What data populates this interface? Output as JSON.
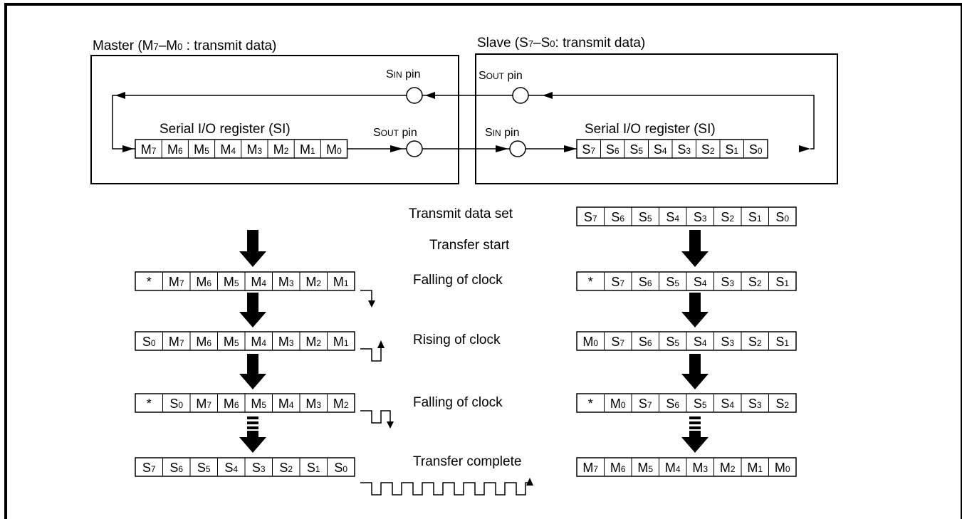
{
  "master_title": {
    "main": "Master  (M",
    "sub1": "7",
    "dash": "–M",
    "sub2": "0",
    "rest": " : transmit data)"
  },
  "slave_title": {
    "main": "Slave (S",
    "sub1": "7",
    "dash": "–S",
    "sub2": "0",
    "rest": ": transmit data)"
  },
  "pins": {
    "sin": {
      "big": "S",
      "small": "IN",
      "rest": " pin"
    },
    "sout": {
      "big": "S",
      "small": "OUT",
      "rest": " pin"
    }
  },
  "register_title": "Serial I/O register (SI)",
  "master_register": [
    [
      "M",
      "7"
    ],
    [
      "M",
      "6"
    ],
    [
      "M",
      "5"
    ],
    [
      "M",
      "4"
    ],
    [
      "M",
      "3"
    ],
    [
      "M",
      "2"
    ],
    [
      "M",
      "1"
    ],
    [
      "M",
      "0"
    ]
  ],
  "slave_register": [
    [
      "S",
      "7"
    ],
    [
      "S",
      "6"
    ],
    [
      "S",
      "5"
    ],
    [
      "S",
      "4"
    ],
    [
      "S",
      "3"
    ],
    [
      "S",
      "2"
    ],
    [
      "S",
      "1"
    ],
    [
      "S",
      "0"
    ]
  ],
  "steps": {
    "transmit_data_set": "Transmit data set",
    "transfer_start": "Transfer start",
    "falling_1": "Falling of clock",
    "rising": "Rising of clock",
    "falling_2": "Falling of clock",
    "transfer_complete": "Transfer complete"
  },
  "master_rows": [
    [
      [
        "*",
        ""
      ],
      [
        "M",
        "7"
      ],
      [
        "M",
        "6"
      ],
      [
        "M",
        "5"
      ],
      [
        "M",
        "4"
      ],
      [
        "M",
        "3"
      ],
      [
        "M",
        "2"
      ],
      [
        "M",
        "1"
      ]
    ],
    [
      [
        "S",
        "0"
      ],
      [
        "M",
        "7"
      ],
      [
        "M",
        "6"
      ],
      [
        "M",
        "5"
      ],
      [
        "M",
        "4"
      ],
      [
        "M",
        "3"
      ],
      [
        "M",
        "2"
      ],
      [
        "M",
        "1"
      ]
    ],
    [
      [
        "*",
        ""
      ],
      [
        "S",
        "0"
      ],
      [
        "M",
        "7"
      ],
      [
        "M",
        "6"
      ],
      [
        "M",
        "5"
      ],
      [
        "M",
        "4"
      ],
      [
        "M",
        "3"
      ],
      [
        "M",
        "2"
      ]
    ],
    [
      [
        "S",
        "7"
      ],
      [
        "S",
        "6"
      ],
      [
        "S",
        "5"
      ],
      [
        "S",
        "4"
      ],
      [
        "S",
        "3"
      ],
      [
        "S",
        "2"
      ],
      [
        "S",
        "1"
      ],
      [
        "S",
        "0"
      ]
    ]
  ],
  "slave_rows": [
    [
      [
        "S",
        "7"
      ],
      [
        "S",
        "6"
      ],
      [
        "S",
        "5"
      ],
      [
        "S",
        "4"
      ],
      [
        "S",
        "3"
      ],
      [
        "S",
        "2"
      ],
      [
        "S",
        "1"
      ],
      [
        "S",
        "0"
      ]
    ],
    [
      [
        "*",
        ""
      ],
      [
        "S",
        "7"
      ],
      [
        "S",
        "6"
      ],
      [
        "S",
        "5"
      ],
      [
        "S",
        "4"
      ],
      [
        "S",
        "3"
      ],
      [
        "S",
        "2"
      ],
      [
        "S",
        "1"
      ]
    ],
    [
      [
        "M",
        "0"
      ],
      [
        "S",
        "7"
      ],
      [
        "S",
        "6"
      ],
      [
        "S",
        "5"
      ],
      [
        "S",
        "4"
      ],
      [
        "S",
        "3"
      ],
      [
        "S",
        "2"
      ],
      [
        "S",
        "1"
      ]
    ],
    [
      [
        "*",
        ""
      ],
      [
        "M",
        "0"
      ],
      [
        "S",
        "7"
      ],
      [
        "S",
        "6"
      ],
      [
        "S",
        "5"
      ],
      [
        "S",
        "4"
      ],
      [
        "S",
        "3"
      ],
      [
        "S",
        "2"
      ]
    ],
    [
      [
        "M",
        "7"
      ],
      [
        "M",
        "6"
      ],
      [
        "M",
        "5"
      ],
      [
        "M",
        "4"
      ],
      [
        "M",
        "3"
      ],
      [
        "M",
        "2"
      ],
      [
        "M",
        "1"
      ],
      [
        "M",
        "0"
      ]
    ]
  ]
}
